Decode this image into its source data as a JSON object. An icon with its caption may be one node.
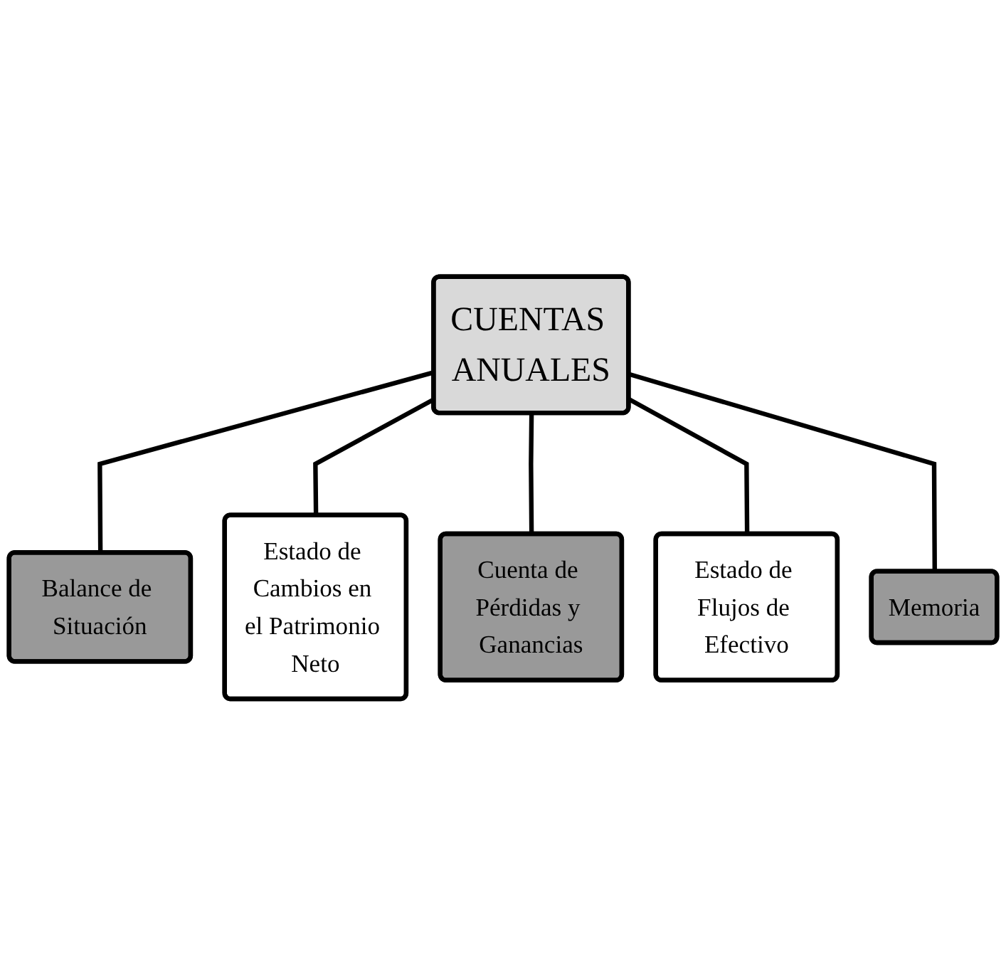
{
  "diagram": {
    "nodes": [
      {
        "text": [
          "CUENTAS ANUALES"
        ]
      },
      {
        "text": [
          "Balance de Situación"
        ]
      },
      {
        "text": [
          "Estado de Cambios en el Patrimonio Neto"
        ]
      },
      {
        "text": [
          "Cuenta de Pérdidas y Ganancias"
        ]
      },
      {
        "text": [
          "Estado de Flujos de Efectivo"
        ]
      },
      {
        "text": [
          "Memoria"
        ]
      }
    ],
    "edges": [
      {
        "from": 0,
        "to": 1,
        "arrow": "none"
      },
      {
        "from": 0,
        "to": 2,
        "arrow": "none"
      },
      {
        "from": 0,
        "to": 3,
        "arrow": "none"
      },
      {
        "from": 0,
        "to": 4,
        "arrow": "none"
      },
      {
        "from": 0,
        "to": 5,
        "arrow": "none"
      }
    ]
  }
}
